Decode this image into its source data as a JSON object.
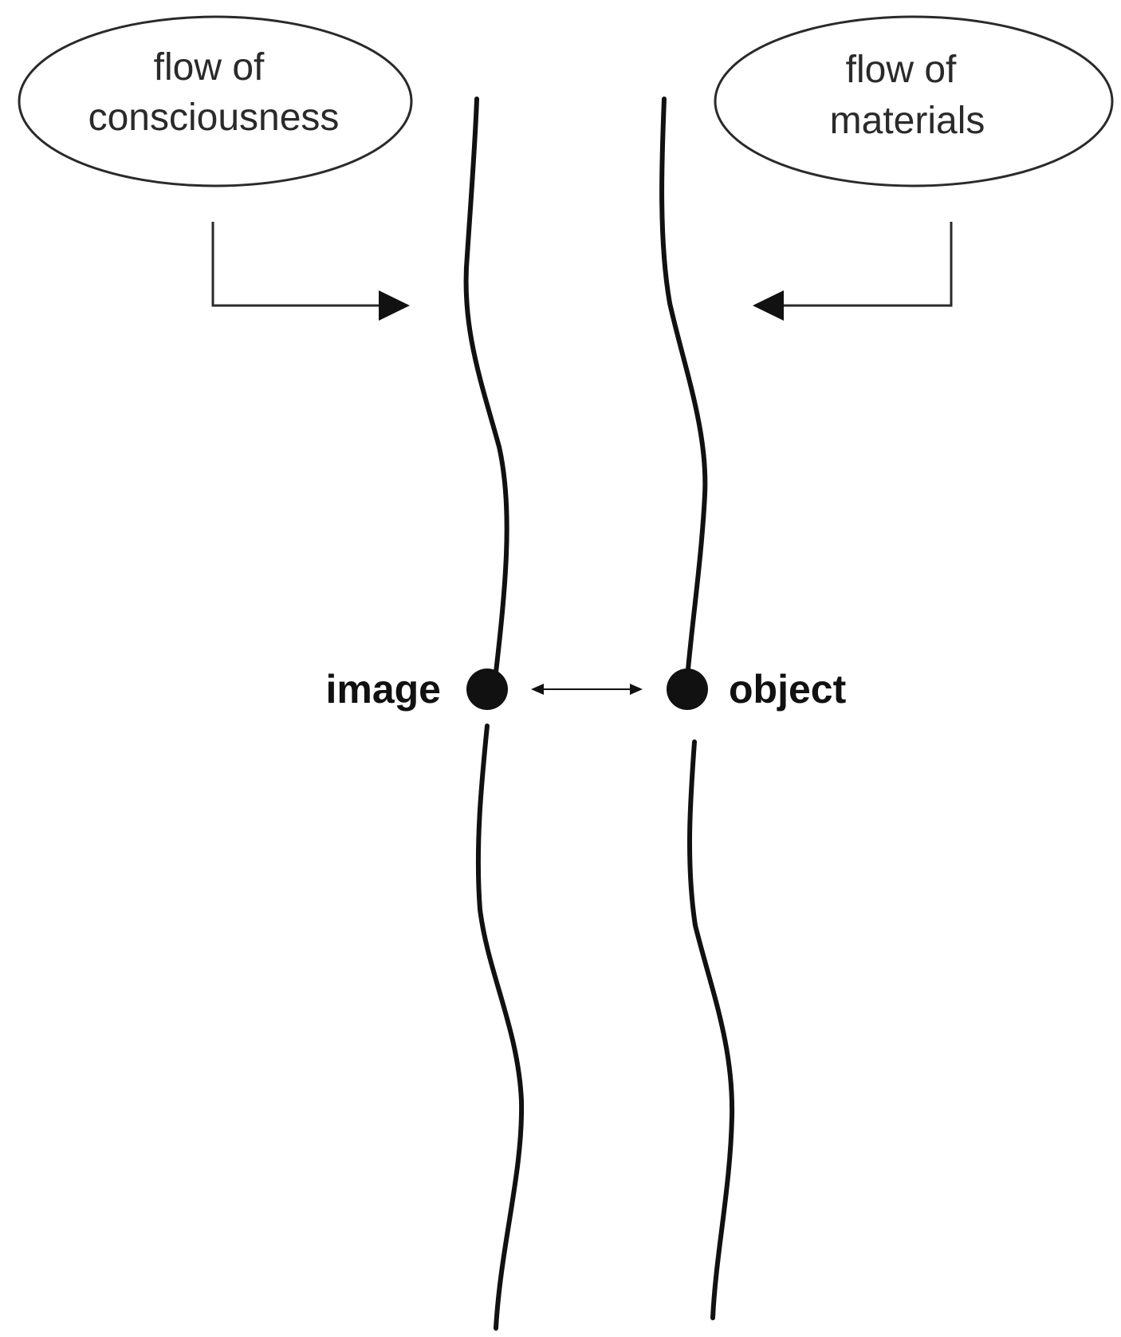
{
  "diagram": {
    "left_bubble": {
      "line1": "flow of",
      "line2": "consciousness"
    },
    "right_bubble": {
      "line1": "flow of",
      "line2": "materials"
    },
    "left_node": {
      "label": "image"
    },
    "right_node": {
      "label": "object"
    }
  },
  "colors": {
    "stroke": "#111111",
    "text": "#2a2a2a",
    "background": "#ffffff"
  },
  "icons": {
    "left_arrow": "arrow-right-icon",
    "right_arrow": "arrow-left-icon",
    "link_arrow": "double-arrow-icon"
  }
}
